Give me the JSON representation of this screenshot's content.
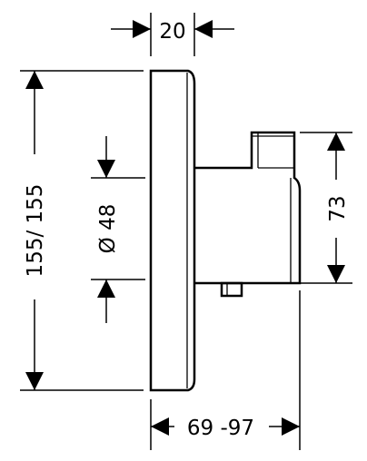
{
  "dimensions": {
    "top_width": "20",
    "height": "155/ 155",
    "diameter": "Ø 48",
    "right_height": "73",
    "bottom_depth": "69 -97"
  },
  "colors": {
    "line": "#000000",
    "background": "#ffffff"
  }
}
